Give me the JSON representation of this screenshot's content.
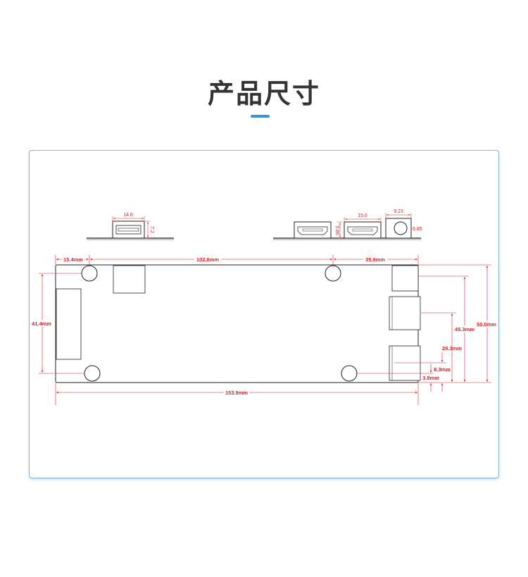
{
  "page": {
    "title": "产品尺寸"
  },
  "colors": {
    "accent": "#3a93d6",
    "dimension": "#d61f26",
    "outline": "#222222"
  },
  "top_views": {
    "usb_width": "14.6",
    "usb_height": "7.2",
    "hdmi_width": "15.0",
    "hdmi_height": "5.86",
    "jack_width": "9.23",
    "jack_height": "6.85"
  },
  "board_dims": {
    "left_offset": "15.4mm",
    "hole_span": "102.8mm",
    "right_offset": "35.9mm",
    "left_height": "41.4mm",
    "total_width": "153.9mm",
    "total_height": "50.0mm",
    "h45": "45.3mm",
    "h29": "29.3mm",
    "h8": "8.3mm",
    "h3": "3.8mm"
  }
}
